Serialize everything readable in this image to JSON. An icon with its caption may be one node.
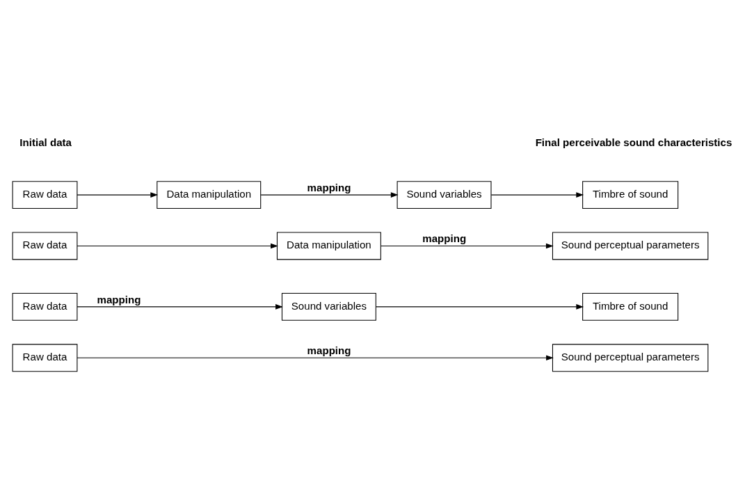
{
  "diagram": {
    "nodes": [
      {
        "text": [
          "Raw data"
        ]
      },
      {
        "text": [
          "Sound perceptual parameters"
        ]
      },
      {
        "text": [
          "Raw data"
        ]
      },
      {
        "text": [
          "Sound variables"
        ]
      },
      {
        "text": [
          "Timbre of sound"
        ]
      },
      {
        "text": [
          "Raw data"
        ]
      },
      {
        "text": [
          "Data manipulation"
        ]
      },
      {
        "text": [
          "Sound perceptual parameters"
        ]
      },
      {
        "text": [
          "Raw data"
        ]
      },
      {
        "text": [
          "Data manipulation"
        ]
      },
      {
        "text": [
          "Sound variables"
        ]
      },
      {
        "text": [
          "Timbre of sound"
        ]
      }
    ],
    "edges": [
      {
        "from": 0,
        "to": 1,
        "arrow": "to",
        "label": "mapping"
      },
      {
        "from": 2,
        "to": 3,
        "arrow": "to",
        "label": "mapping"
      },
      {
        "from": 3,
        "to": 4,
        "arrow": "to"
      },
      {
        "from": 5,
        "to": 6,
        "arrow": "to"
      },
      {
        "from": 6,
        "to": 7,
        "arrow": "to",
        "label": "mapping"
      },
      {
        "from": 8,
        "to": 9,
        "arrow": "to"
      },
      {
        "from": 9,
        "to": 10,
        "arrow": "to",
        "label": "mapping"
      },
      {
        "from": 10,
        "to": 11,
        "arrow": "to"
      }
    ],
    "labels": [
      "Initial data",
      "Final perceivable sound characteristics"
    ]
  }
}
